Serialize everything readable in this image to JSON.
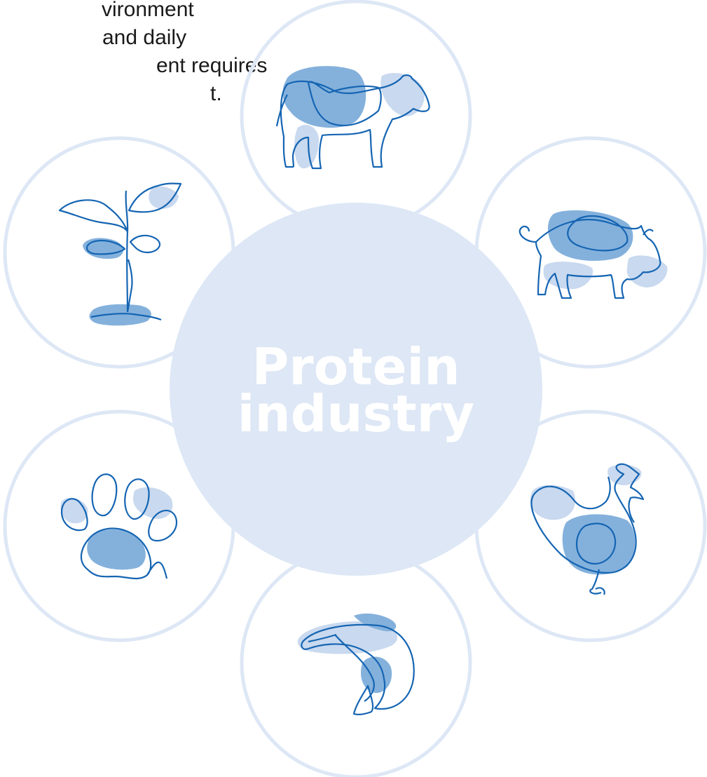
{
  "intro_text": {
    "lines": [
      "vironment",
      "and daily",
      "ent requires",
      "t."
    ]
  },
  "center": {
    "title_line1": "Protein",
    "title_line2": "industry"
  },
  "nodes": [
    {
      "id": "cow",
      "icon": "cow-icon"
    },
    {
      "id": "plant",
      "icon": "plant-sprout-icon"
    },
    {
      "id": "pig",
      "icon": "pig-icon"
    },
    {
      "id": "paw",
      "icon": "pet-paw-icon"
    },
    {
      "id": "chicken",
      "icon": "chicken-icon"
    },
    {
      "id": "fish",
      "icon": "fish-icon"
    }
  ],
  "colors": {
    "ring": "#dde7f5",
    "center_fill": "#dde7f5",
    "blob_dark": "#84b1dc",
    "blob_light": "#c9d9ef",
    "line": "#1565b3",
    "text": "#1a1a1a"
  }
}
